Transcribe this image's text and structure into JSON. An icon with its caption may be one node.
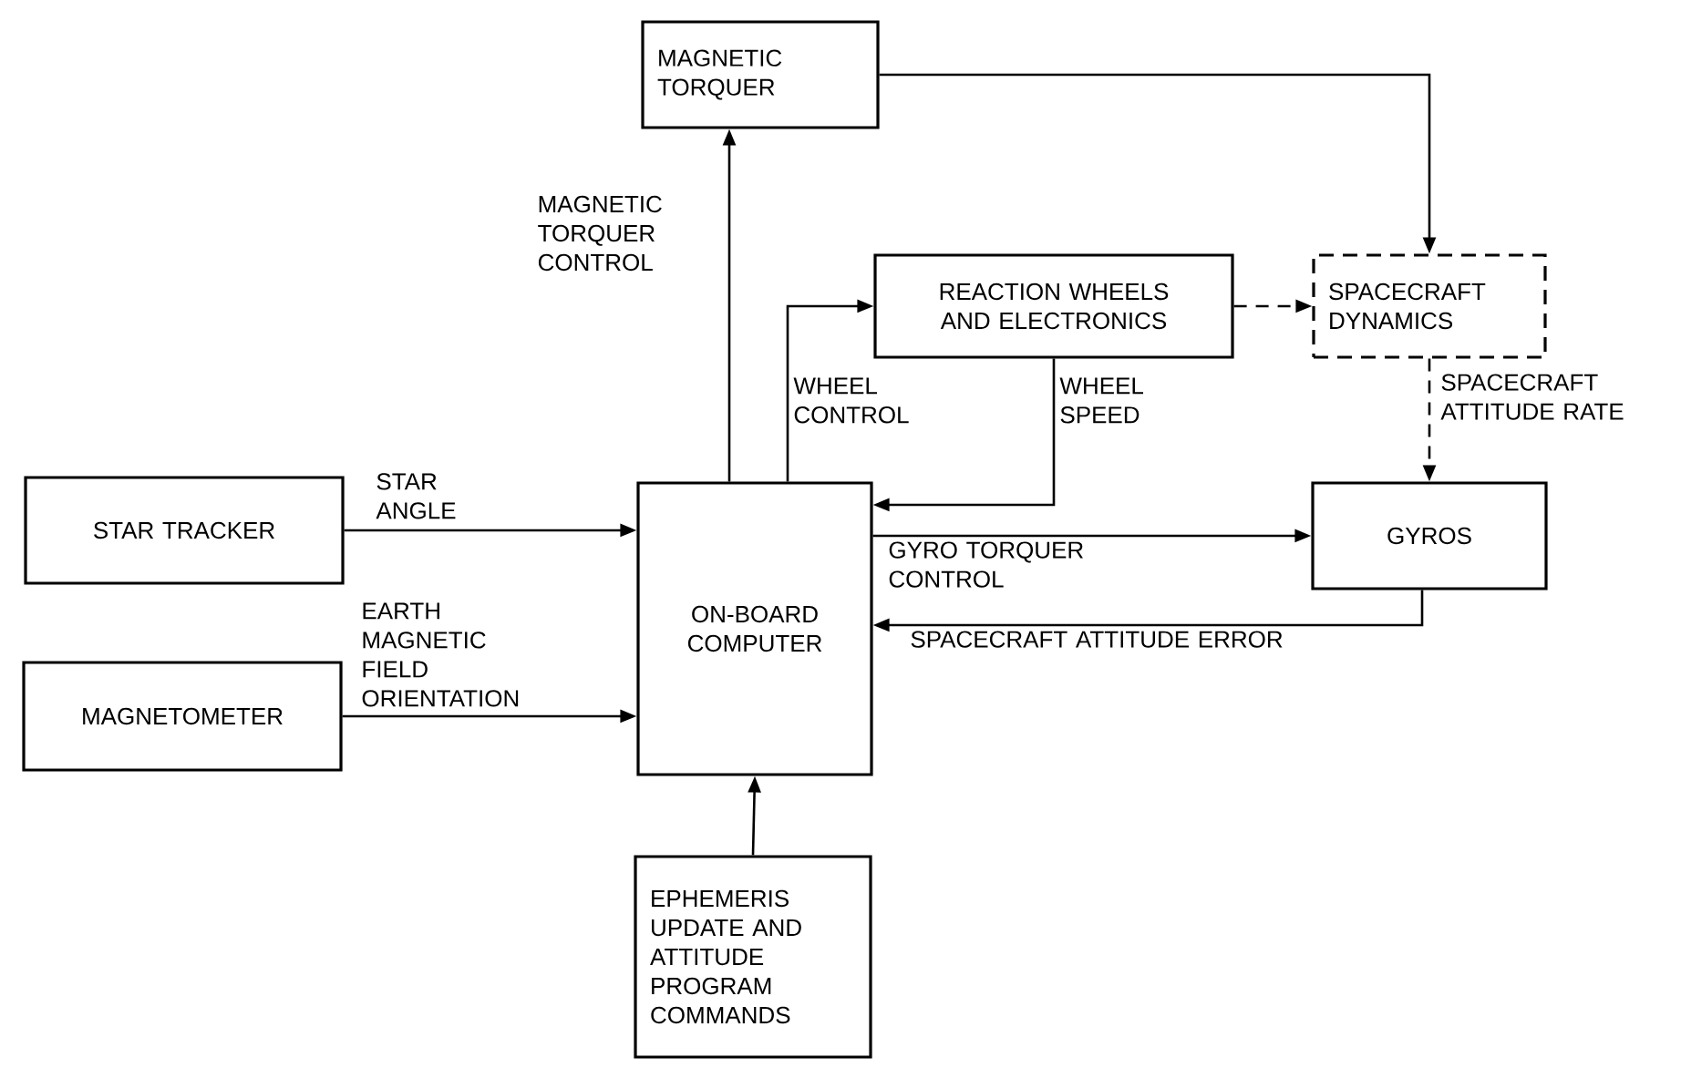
{
  "diagram": {
    "nodes": [
      {
        "text": [
          "MAGNETIC TORQUER"
        ]
      },
      {
        "text": [
          "REACTION WHEELS AND ELECTRONICS"
        ]
      },
      {
        "text": [
          "SPACECRAFT DYNAMICS"
        ]
      },
      {
        "text": [
          "STAR TRACKER"
        ]
      },
      {
        "text": [
          "ON-BOARD COMPUTER"
        ]
      },
      {
        "text": [
          "GYROS"
        ]
      },
      {
        "text": [
          "MAGNETOMETER"
        ]
      },
      {
        "text": [
          "EPHEMERIS UPDATE AND ATTITUDE PROGRAM COMMANDS"
        ]
      }
    ],
    "edges": [
      {
        "from": 4,
        "to": 0,
        "arrow": "to",
        "label": "MAGNETIC TORQUER CONTROL"
      },
      {
        "from": 0,
        "to": 2,
        "arrow": "to"
      },
      {
        "from": 4,
        "to": 1,
        "arrow": "to",
        "label": "WHEEL CONTROL"
      },
      {
        "from": 1,
        "to": 2,
        "arrow": "to",
        "style": "dashed"
      },
      {
        "from": 1,
        "to": 4,
        "arrow": "to",
        "label": "WHEEL SPEED"
      },
      {
        "from": 2,
        "to": 5,
        "arrow": "to",
        "style": "dashed",
        "label": "SPACECRAFT ATTITUDE RATE"
      },
      {
        "from": 3,
        "to": 4,
        "arrow": "to",
        "label": "STAR ANGLE"
      },
      {
        "from": 4,
        "to": 5,
        "arrow": "to",
        "label": "GYRO TORQUER CONTROL"
      },
      {
        "from": 5,
        "to": 4,
        "arrow": "to",
        "label": "SPACECRAFT ATTITUDE ERROR"
      },
      {
        "from": 6,
        "to": 4,
        "arrow": "to",
        "label": "EARTH MAGNETIC FIELD ORIENTATION"
      },
      {
        "from": 7,
        "to": 4,
        "arrow": "to"
      }
    ]
  }
}
